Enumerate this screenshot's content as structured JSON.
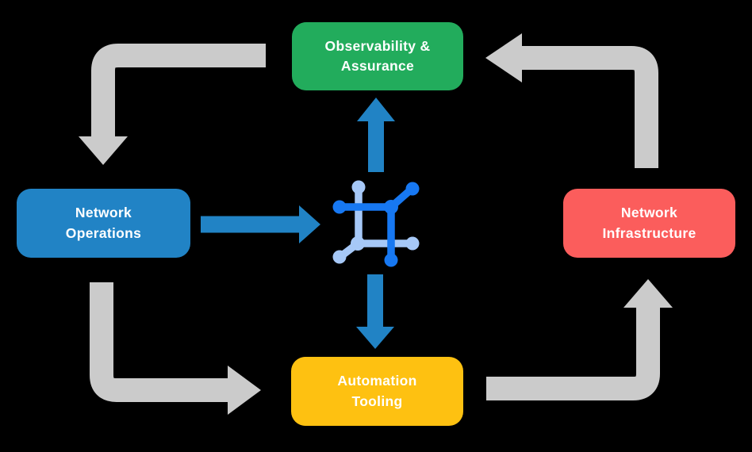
{
  "diagram": {
    "title": "Network automation closed-loop diagram",
    "background_color": "#000000",
    "text_color": "#FFFFFF",
    "nodes": {
      "observability": {
        "lines": [
          "Observability &",
          "Assurance"
        ],
        "color": "#22AC5C"
      },
      "operations": {
        "lines": [
          "Network",
          "Operations"
        ],
        "color": "#2183C5"
      },
      "infrastructure": {
        "lines": [
          "Network",
          "Infrastructure"
        ],
        "color": "#FB5D5C"
      },
      "automation": {
        "lines": [
          "Automation",
          "Tooling"
        ],
        "color": "#FEC111"
      }
    },
    "center_icon": {
      "name": "network-automation-hub-icon",
      "primary_color": "#1778F2",
      "secondary_color": "#A6C8F7"
    },
    "arrows": {
      "gray_color": "#CBCBCB",
      "blue_color": "#2183C5",
      "cycle_flows": [
        {
          "from": "observability",
          "to": "operations"
        },
        {
          "from": "operations",
          "to": "automation"
        },
        {
          "from": "automation",
          "to": "infrastructure"
        },
        {
          "from": "infrastructure",
          "to": "observability"
        }
      ],
      "hub_flows": [
        {
          "from": "operations",
          "to": "center-icon"
        },
        {
          "from": "center-icon",
          "to": "observability"
        },
        {
          "from": "center-icon",
          "to": "automation"
        }
      ]
    }
  }
}
